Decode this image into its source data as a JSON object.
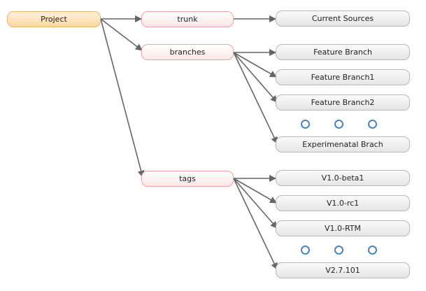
{
  "diagram": {
    "root": {
      "label": "Project"
    },
    "trunk": {
      "label": "trunk"
    },
    "branches": {
      "label": "branches"
    },
    "tags": {
      "label": "tags"
    },
    "current_sources": {
      "label": "Current Sources"
    },
    "branch_items": [
      "Feature Branch",
      "Feature Branch1",
      "Feature Branch2",
      "Experimenatal Brach"
    ],
    "tag_items": [
      "V1.0-beta1",
      "V1.0-rc1",
      "V1.0-RTM",
      "V2.7.101"
    ],
    "colors": {
      "arrow": "#666666",
      "root_border": "#f1b46a",
      "mid_border": "#f1a3a3",
      "leaf_border": "#b8b8b8",
      "ellipsis_dot": "#4f81bd"
    }
  }
}
